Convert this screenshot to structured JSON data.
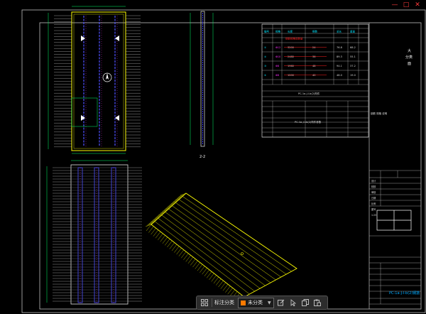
{
  "window_controls": {
    "minimize_glyph": "—",
    "maximize_glyph": "□",
    "close_glyph": "✕"
  },
  "drawing": {
    "section_label": "2-2",
    "title_text": "大\n分类\n面",
    "blue_title": "PC-1a-J-I-b(2)钢筋",
    "red_note": "钢筋规格及数量",
    "table_headers": [
      "编号",
      "规格",
      "长度",
      "根数",
      "总长",
      "重量"
    ],
    "table_rows": [
      [
        "①",
        "Φ12",
        "3200",
        "24",
        "76.8",
        "68.2"
      ],
      [
        "②",
        "Φ10",
        "2480",
        "36",
        "89.3",
        "55.1"
      ],
      [
        "③",
        "Φ8",
        "1960",
        "48",
        "94.1",
        "37.2"
      ],
      [
        "④",
        "Φ8",
        "1200",
        "40",
        "48.0",
        "19.0"
      ]
    ],
    "mid_title": "PC-1a-J-I-b(2)构件",
    "sub_title": "PC-1a-J-I-b(2)构件参数",
    "side_text": "钢筋 规格 说明",
    "titleblock_cells": [
      "设计",
      "校核",
      "审核",
      "日期",
      "比例",
      "图号",
      "1:25"
    ]
  },
  "colors": {
    "frame": "#c8c8c8",
    "yellow": "#ffff00",
    "cyan": "#00e5ff",
    "green": "#00ff66",
    "red": "#ff2020",
    "magenta": "#ff30ff",
    "blue": "#3b3bff",
    "toolbar_accent": "#ff7a00"
  },
  "toolbar": {
    "grid_icon": "grid-icon",
    "label_text": "标注分类",
    "select_value": "未分类",
    "edit_icon": "edit-icon",
    "pointer_icon": "pointer-icon",
    "copy_icon": "copy-icon",
    "paste_icon": "paste-icon"
  }
}
